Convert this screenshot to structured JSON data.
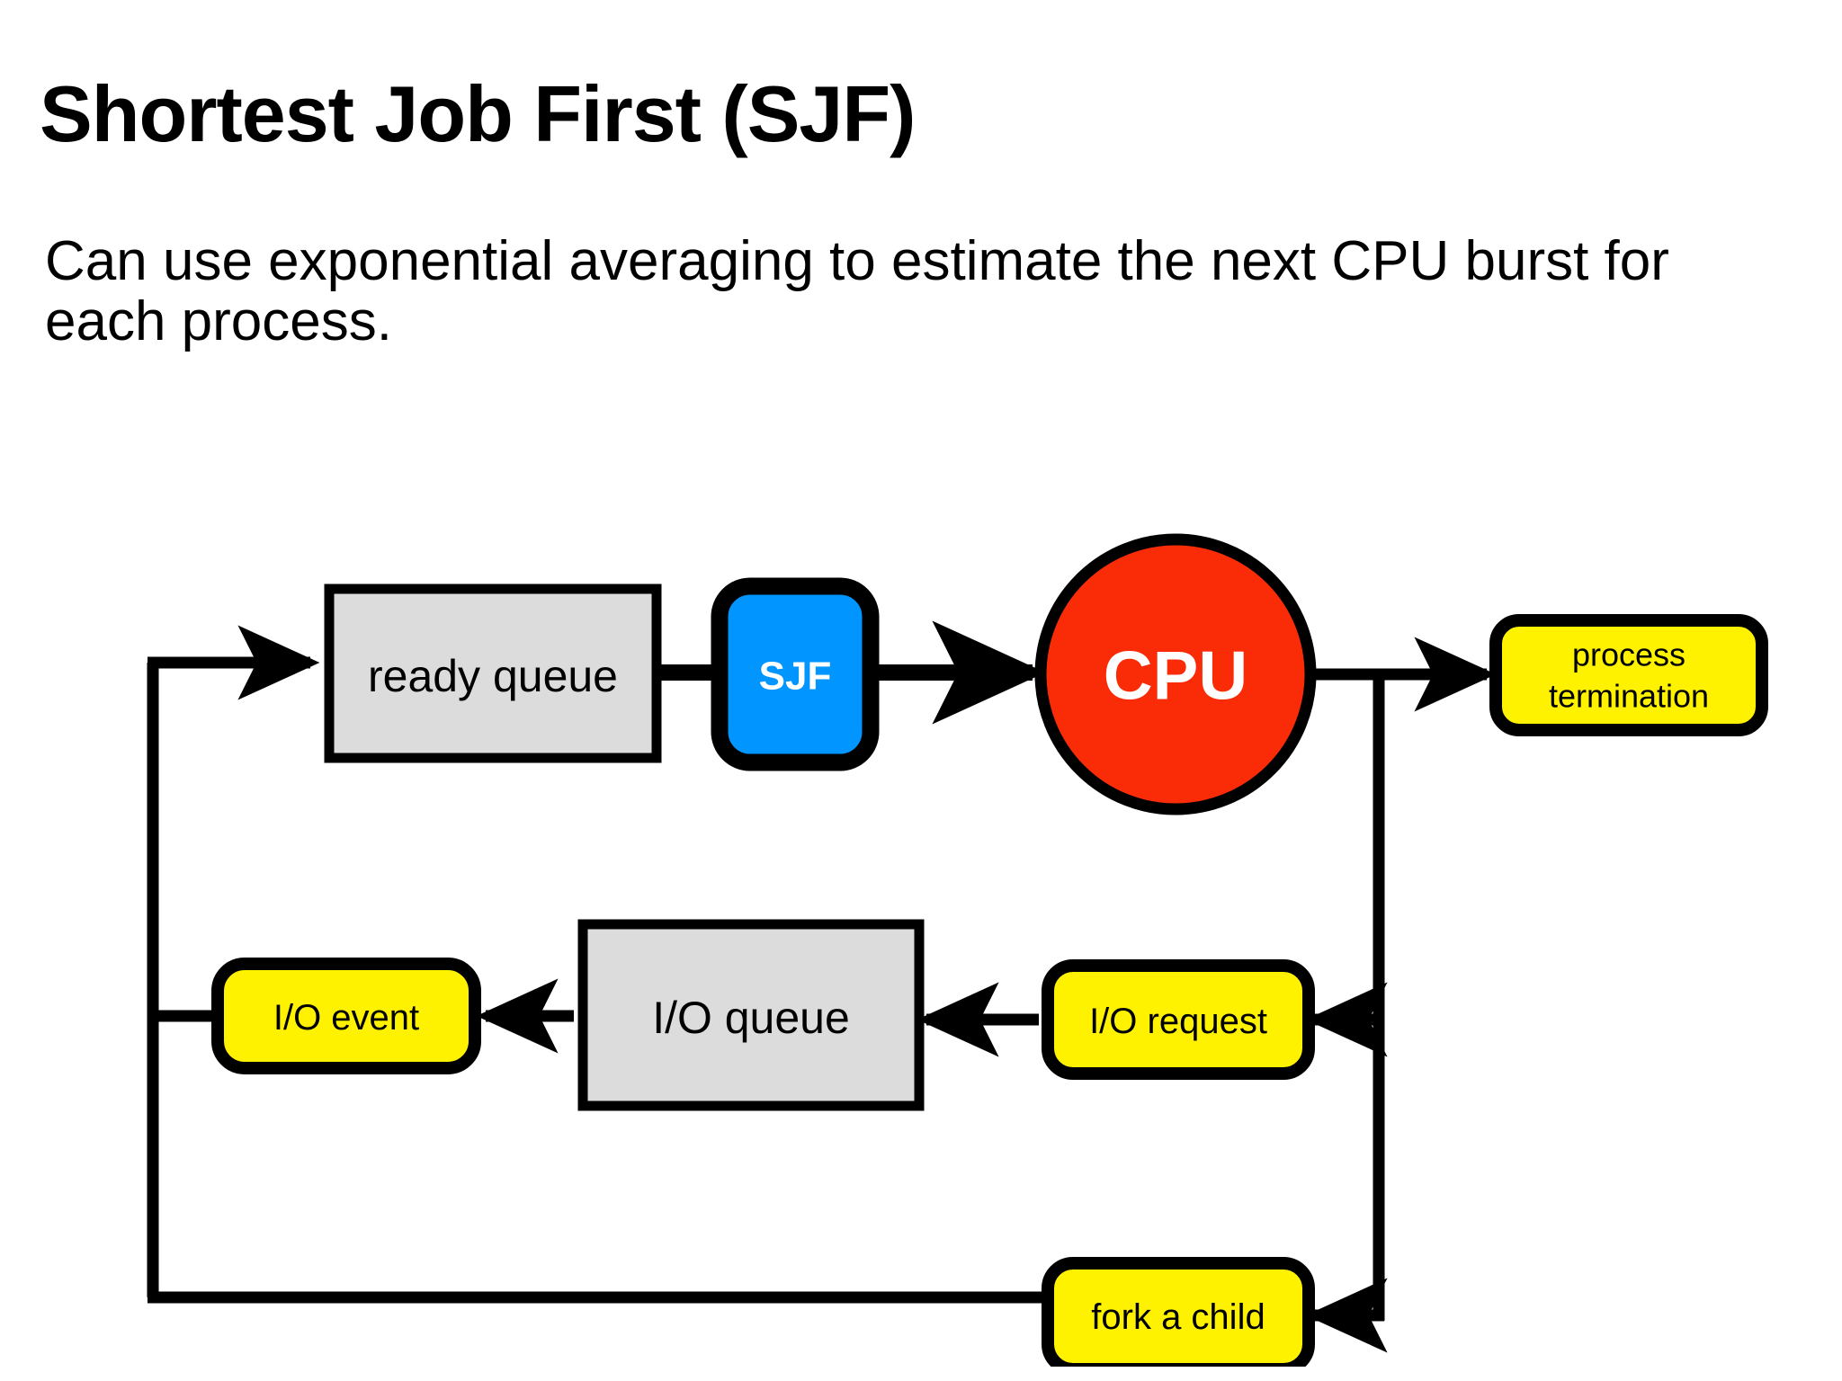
{
  "slide": {
    "title": "Shortest Job First (SJF)",
    "subtitle": "Can use exponential averaging to estimate the next CPU burst for each process."
  },
  "colors": {
    "grey_fill": "#DCDCDC",
    "yellow_fill": "#FFF200",
    "blue_fill": "#0095FF",
    "red_fill": "#FA2C08",
    "stroke": "#000000",
    "text": "#000000",
    "text_on_fill": "#FFFFFF",
    "background": "#FFFFFF"
  },
  "diagram": {
    "type": "process-scheduling-flowchart",
    "nodes": [
      {
        "id": "ready-queue",
        "label": "ready queue",
        "shape": "rectangle",
        "fill": "grey"
      },
      {
        "id": "sjf",
        "label": "SJF",
        "shape": "rounded-rectangle",
        "fill": "blue"
      },
      {
        "id": "cpu",
        "label": "CPU",
        "shape": "circle",
        "fill": "red"
      },
      {
        "id": "process-termination",
        "label_line1": "process",
        "label_line2": "termination",
        "label": "process termination",
        "shape": "rounded-rectangle",
        "fill": "yellow"
      },
      {
        "id": "io-request",
        "label": "I/O request",
        "shape": "rounded-rectangle",
        "fill": "yellow"
      },
      {
        "id": "io-queue",
        "label": "I/O queue",
        "shape": "rectangle",
        "fill": "grey"
      },
      {
        "id": "io-event",
        "label": "I/O event",
        "shape": "rounded-rectangle",
        "fill": "yellow"
      },
      {
        "id": "fork-a-child",
        "label": "fork a child",
        "shape": "rounded-rectangle",
        "fill": "yellow"
      }
    ],
    "edges": [
      {
        "from": "loop-left",
        "to": "ready-queue",
        "arrow": true
      },
      {
        "from": "ready-queue",
        "to": "sjf",
        "arrow": false
      },
      {
        "from": "sjf",
        "to": "cpu",
        "arrow": true
      },
      {
        "from": "cpu",
        "to": "process-termination",
        "arrow": true
      },
      {
        "from": "cpu",
        "to": "io-request",
        "arrow": true
      },
      {
        "from": "io-request",
        "to": "io-queue",
        "arrow": true
      },
      {
        "from": "io-queue",
        "to": "io-event",
        "arrow": true
      },
      {
        "from": "io-event",
        "to": "ready-queue",
        "arrow": true
      },
      {
        "from": "cpu",
        "to": "fork-a-child",
        "arrow": true
      },
      {
        "from": "fork-a-child",
        "to": "ready-queue",
        "arrow": true
      }
    ]
  }
}
